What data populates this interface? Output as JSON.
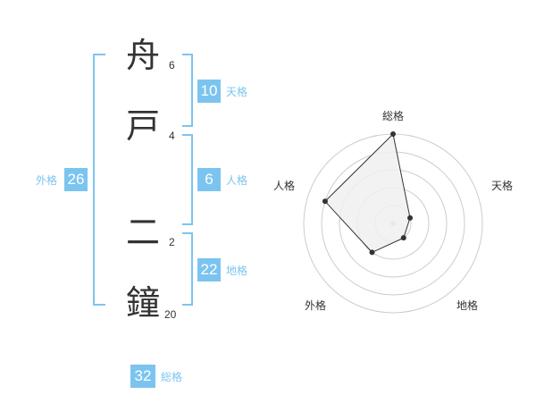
{
  "name": {
    "chars": [
      {
        "char": "舟",
        "strokes": "6"
      },
      {
        "char": "戸",
        "strokes": "4"
      },
      {
        "char": "二",
        "strokes": "2"
      },
      {
        "char": "鐘",
        "strokes": "20"
      }
    ]
  },
  "fortune": {
    "tenkaku": {
      "value": "10",
      "label": "天格"
    },
    "jinkaku": {
      "value": "6",
      "label": "人格"
    },
    "chikaku": {
      "value": "22",
      "label": "地格"
    },
    "gaikaku": {
      "value": "26",
      "label": "外格"
    },
    "soukaku": {
      "value": "32",
      "label": "総格"
    }
  },
  "chart_data": {
    "type": "radar",
    "axes": [
      "総格",
      "天格",
      "地格",
      "外格",
      "人格"
    ],
    "values": [
      5,
      1,
      1,
      2,
      4
    ],
    "rmax": 5,
    "grid_rings": 5,
    "colors": {
      "fill": "#f0f0f0",
      "stroke": "#333333",
      "point": "#333333",
      "grid": "#cccccc",
      "center": "#bbbbbb"
    }
  },
  "colors": {
    "accent": "#7cc4f0",
    "text": "#333333"
  }
}
